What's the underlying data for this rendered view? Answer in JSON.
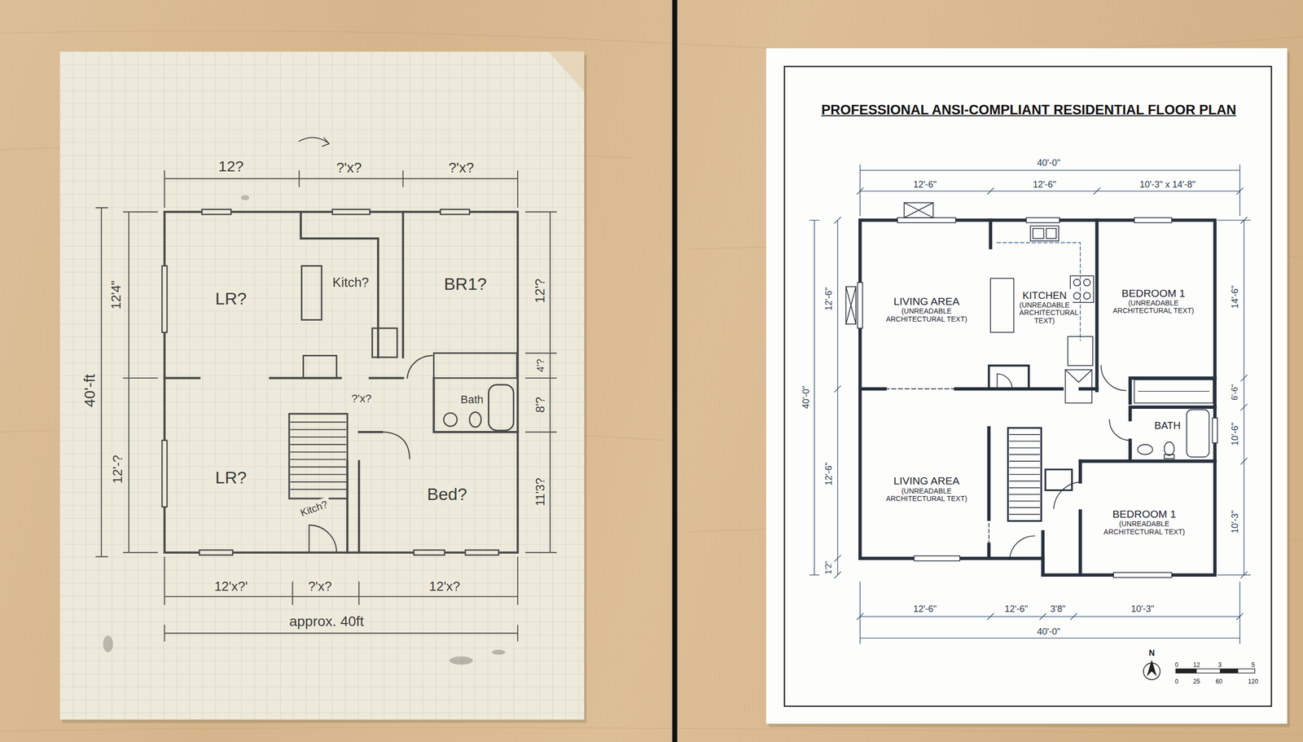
{
  "diagram": {
    "title": "PROFESSIONAL ANSI-COMPLIANT RESIDENTIAL FLOOR PLAN",
    "nodes": [
      {
        "text": [
          "LR?"
        ]
      },
      {
        "text": [
          "Kitch?"
        ]
      },
      {
        "text": [
          "BR1?"
        ]
      },
      {
        "text": [
          "Bath"
        ]
      },
      {
        "text": [
          "LR?"
        ]
      },
      {
        "text": [
          "Bed?"
        ]
      },
      {
        "text": [
          "Kitch?"
        ]
      },
      {
        "text": [
          "LIVING AREA",
          "(UNREADABLE ARCHITECTURAL TEXT)"
        ]
      },
      {
        "text": [
          "KITCHEN",
          "(UNREADABLE ARCHITECTURAL TEXT)"
        ]
      },
      {
        "text": [
          "BEDROOM 1",
          "(UNREADABLE ARCHITECTURAL TEXT)"
        ]
      },
      {
        "text": [
          "BATH"
        ]
      },
      {
        "text": [
          "LIVING AREA",
          "(UNREADABLE ARCHITECTURAL TEXT)"
        ]
      },
      {
        "text": [
          "BEDROOM 1",
          "(UNREADABLE ARCHITECTURAL TEXT)"
        ]
      }
    ],
    "labels": [
      "12?",
      "?'x?",
      "?'x?",
      "12'4\"",
      "40'-ft",
      "12'-?",
      "12'?",
      "4'?",
      "8'?",
      "11'3?",
      "?'x?",
      "12'x?'",
      "?'x?",
      "12'x?",
      "approx. 40ft",
      "40'-0\"",
      "12'-6\"",
      "12'-6\"",
      "10'-3\" x 14'-8\"",
      "40'-0\"",
      "12'-6\"",
      "12'-6\"",
      "1'2\"",
      "14'-6\"",
      "6'-6\"",
      "10'-6\"",
      "10'-3\"",
      "12'-6\"",
      "12'-6\"",
      "3'8\"",
      "10'-3\"",
      "40'-0\"",
      "N",
      "0",
      "12",
      "3",
      "5",
      "0",
      "25",
      "60",
      "120"
    ]
  }
}
